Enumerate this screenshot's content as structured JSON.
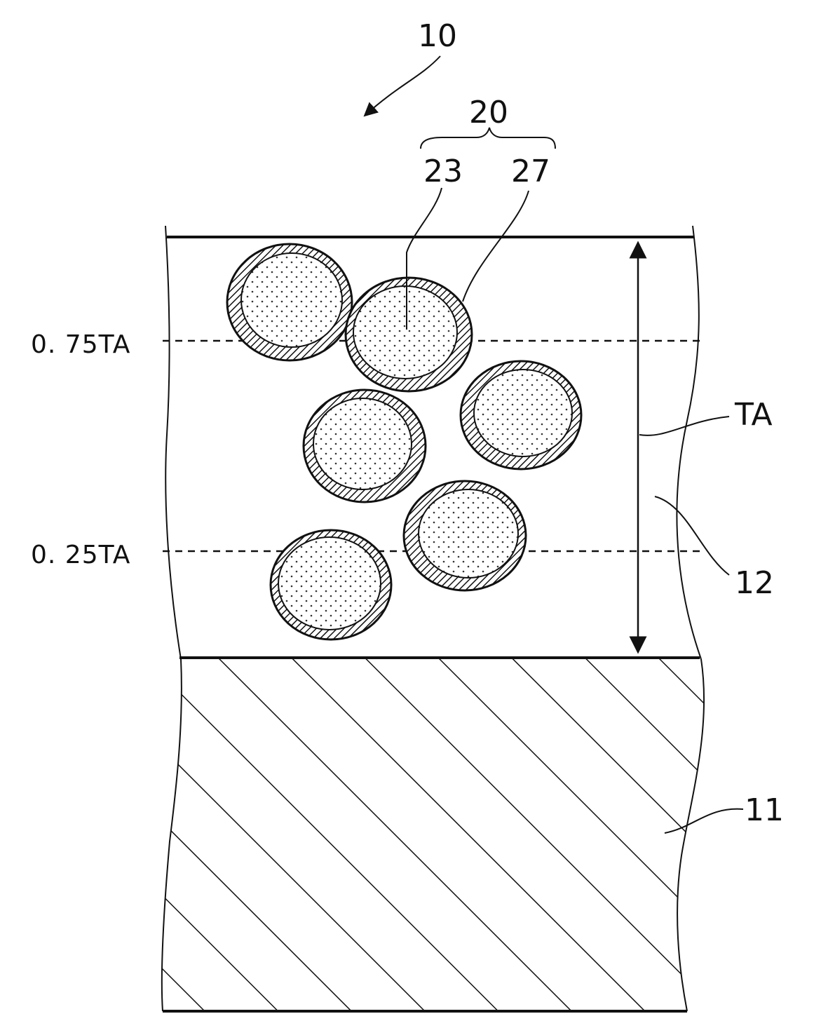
{
  "figure": {
    "labels": {
      "assembly": "10",
      "particle_group": "20",
      "core": "23",
      "shell": "27",
      "thickness": "TA",
      "coating_layer": "12",
      "substrate": "11",
      "level_upper": "0. 75TA",
      "level_lower": "0. 25TA"
    }
  },
  "colors": {
    "ink": "#111111",
    "paper": "#ffffff"
  }
}
